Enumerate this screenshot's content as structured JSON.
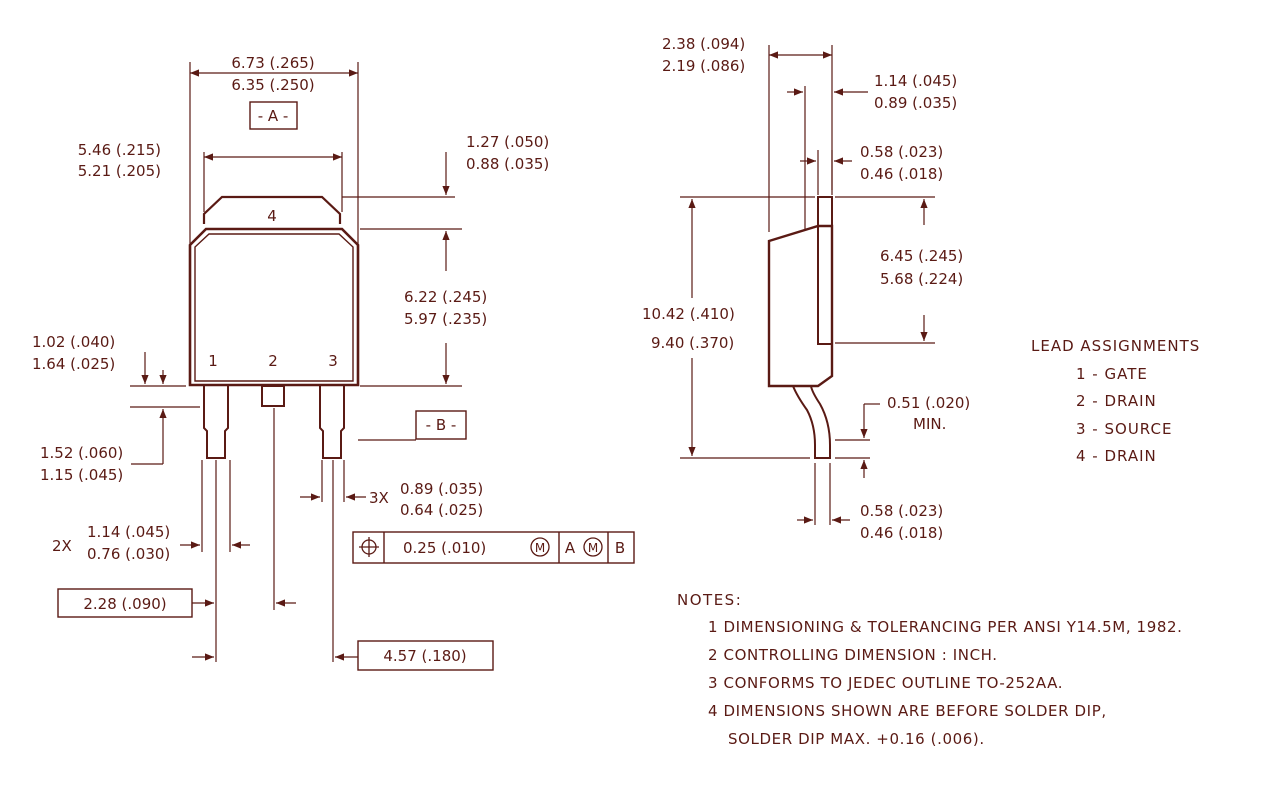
{
  "front_view": {
    "body_width": [
      "6.73 (.265)",
      "6.35 (.250)"
    ],
    "datum_a": "- A -",
    "tab_width": [
      "5.46 (.215)",
      "5.21 (.205)"
    ],
    "tab_thickness": [
      "1.27 (.050)",
      "0.88 (.035)"
    ],
    "tab_number": "4",
    "body_height": [
      "6.22 (.245)",
      "5.97 (.235)"
    ],
    "lead_offset": [
      "1.02 (.040)",
      "1.64 (.025)"
    ],
    "pin_numbers": [
      "1",
      "2",
      "3"
    ],
    "datum_b": "- B -",
    "lead_shoulder": [
      "1.52 (.060)",
      "1.15 (.045)"
    ],
    "lead_width_prefix": "3X",
    "lead_width": [
      "0.89 (.035)",
      "0.64 (.025)"
    ],
    "shoulder_width_prefix": "2X",
    "shoulder_width": [
      "1.14 (.045)",
      "0.76 (.030)"
    ],
    "feature_control": {
      "tolerance": "0.25  (.010)",
      "modifier": "M",
      "datum1": "A",
      "datum2": "B"
    },
    "pitch": "2.28  (.090)",
    "pitch_double": "4.57  (.180)"
  },
  "side_view": {
    "total_thickness": [
      "2.38 (.094)",
      "2.19 (.086)"
    ],
    "body_offset": [
      "1.14 (.045)",
      "0.89 (.035)"
    ],
    "tab_metal_thickness": [
      "0.58 (.023)",
      "0.46 (.018)"
    ],
    "tab_length": [
      "6.45 (.245)",
      "5.68 (.224)"
    ],
    "overall_height": [
      "10.42 (.410)",
      "9.40 (.370)"
    ],
    "lead_standoff": [
      "0.51 (.020)",
      "MIN."
    ],
    "lead_thickness": [
      "0.58 (.023)",
      "0.46 (.018)"
    ]
  },
  "lead_assignments": {
    "title": "LEAD ASSIGNMENTS",
    "items": [
      "1 - GATE",
      "2 - DRAIN",
      "3 - SOURCE",
      "4 - DRAIN"
    ]
  },
  "notes": {
    "title": "NOTES:",
    "items": [
      "1  DIMENSIONING & TOLERANCING PER ANSI Y14.5M, 1982.",
      "2  CONTROLLING DIMENSION : INCH.",
      "3  CONFORMS TO JEDEC OUTLINE TO-252AA.",
      "4  DIMENSIONS SHOWN ARE BEFORE SOLDER DIP,",
      "SOLDER DIP MAX. +0.16 (.006)."
    ]
  },
  "colors": {
    "ink": "#5a1a14",
    "background": "#ffffff"
  }
}
